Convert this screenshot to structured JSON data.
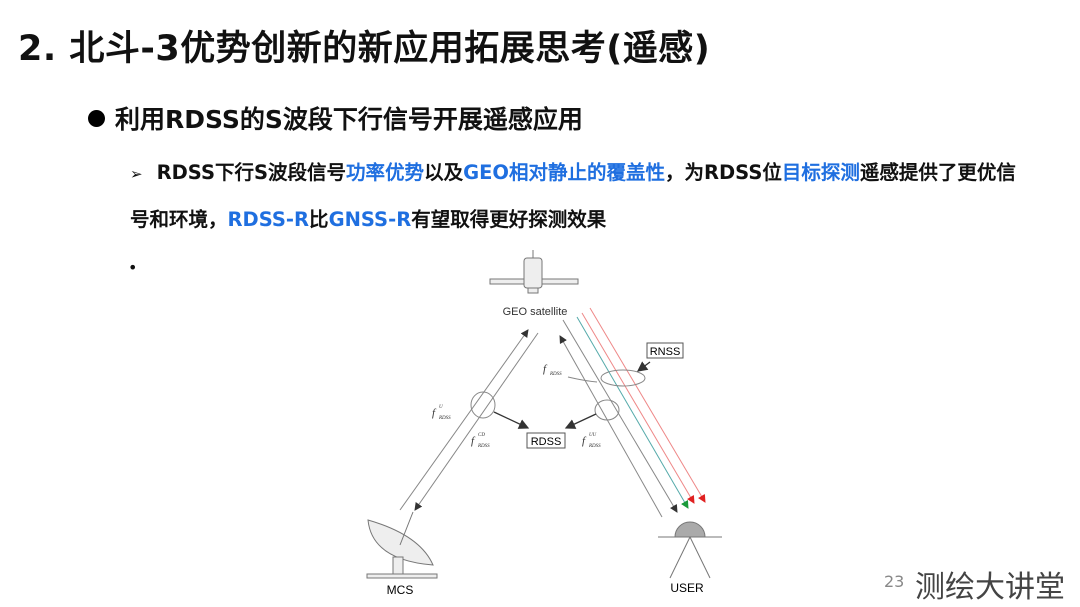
{
  "title": "2. 北斗-3优势创新的新应用拓展思考(遥感)",
  "bullet": "利用RDSS的S波段下行信号开展遥感应用",
  "sub": {
    "marker": "➢",
    "parts": [
      "RDSS下行S波段信号",
      "功率优势",
      "以及",
      "GEO相对静止的覆盖性",
      "，为RDSS位",
      "目标探测",
      "遥感提供了更优信号和环境，",
      "RDSS-R",
      "比",
      "GNSS-R",
      "有望取得更好探测效果"
    ]
  },
  "empty_bullet": "•",
  "diagram": {
    "geo": "GEO satellite",
    "rnss": "RNSS",
    "rdss": "RDSS",
    "mcs": "MCS",
    "user": "USER",
    "f_rdss": "f",
    "sub_rdss": "RDSS",
    "sup_u": "U",
    "sup_cd": "CD",
    "sup_uu": "UU"
  },
  "page_number": "23",
  "watermark": "测绘大讲堂",
  "colors": {
    "highlight": "#1f6fe0",
    "green": "#1a9a3a",
    "red": "#e02020"
  }
}
